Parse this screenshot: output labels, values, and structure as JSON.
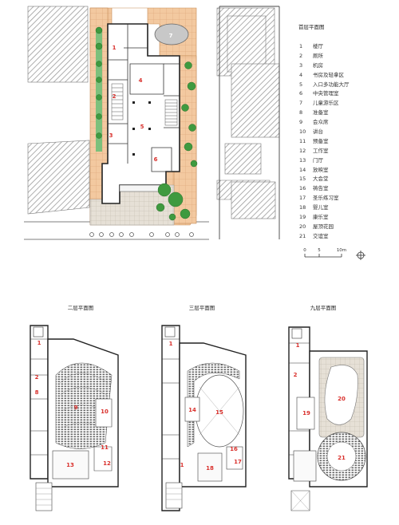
{
  "ground": {
    "title": "首层平面图",
    "labels": [
      "1",
      "2",
      "3",
      "4",
      "5",
      "6",
      "7"
    ]
  },
  "legend": [
    {
      "num": "1",
      "name": "楼厅"
    },
    {
      "num": "2",
      "name": "厕所"
    },
    {
      "num": "3",
      "name": "机房"
    },
    {
      "num": "4",
      "name": "书房及轻拿区"
    },
    {
      "num": "5",
      "name": "入口多功能大厅"
    },
    {
      "num": "6",
      "name": "中央管理室"
    },
    {
      "num": "7",
      "name": "儿童游乐区"
    },
    {
      "num": "8",
      "name": "准备室"
    },
    {
      "num": "9",
      "name": "会众席"
    },
    {
      "num": "10",
      "name": "讲台"
    },
    {
      "num": "11",
      "name": "预备室"
    },
    {
      "num": "12",
      "name": "工作室"
    },
    {
      "num": "13",
      "name": "门厅"
    },
    {
      "num": "14",
      "name": "放映室"
    },
    {
      "num": "15",
      "name": "大会堂"
    },
    {
      "num": "16",
      "name": "祷告室"
    },
    {
      "num": "17",
      "name": "圣乐练习室"
    },
    {
      "num": "18",
      "name": "婴儿室"
    },
    {
      "num": "19",
      "name": "康乐室"
    },
    {
      "num": "20",
      "name": "屋顶花园"
    },
    {
      "num": "21",
      "name": "交谊室"
    }
  ],
  "scale": {
    "ticks": [
      "0",
      "5",
      "10m"
    ]
  },
  "plan2": {
    "title": "二层平面图",
    "labels": [
      "1",
      "2",
      "8",
      "9",
      "10",
      "11",
      "12",
      "13"
    ]
  },
  "plan3": {
    "title": "三层平面图",
    "labels": [
      "1",
      "14",
      "15",
      "16",
      "17",
      "18",
      "1"
    ]
  },
  "plan9": {
    "title": "九层平面图",
    "labels": [
      "1",
      "2",
      "19",
      "20",
      "21"
    ]
  },
  "colors": {
    "wall": "#333333",
    "hatch": "#9a9a9a",
    "terrace": "#f3c9a0",
    "tree": "#3f9a3f",
    "label": "#d9302c"
  }
}
